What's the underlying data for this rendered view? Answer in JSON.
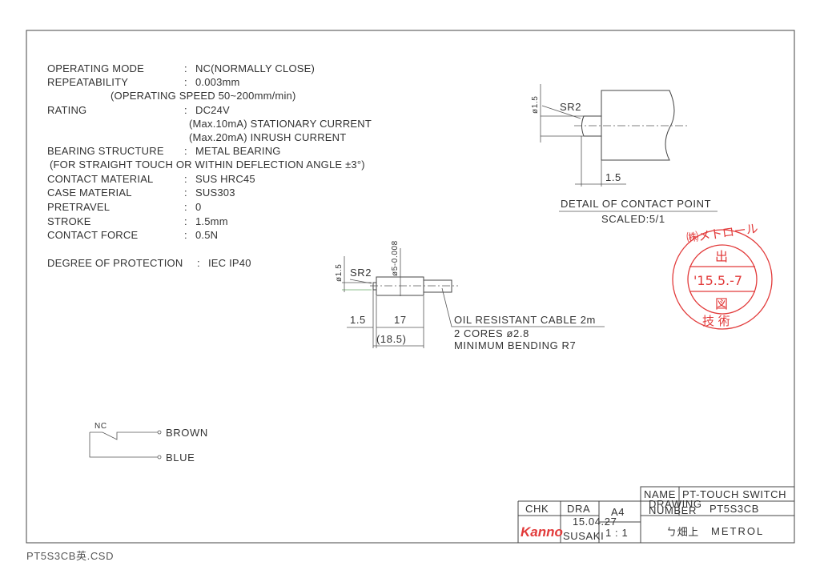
{
  "specs": {
    "lines": [
      {
        "label": "OPERATING MODE",
        "value": "NC(NORMALLY CLOSE)"
      },
      {
        "label": "REPEATABILITY",
        "value": "0.003mm"
      },
      {
        "label": "",
        "value": "(OPERATING SPEED  50~200mm/min)"
      },
      {
        "label": "RATING",
        "value": "DC24V"
      },
      {
        "label": "",
        "value": "(Max.10mA) STATIONARY CURRENT"
      },
      {
        "label": "",
        "value": "(Max.20mA) INRUSH CURRENT"
      },
      {
        "label": "BEARING STRUCTURE",
        "value": "METAL BEARING"
      },
      {
        "label": "",
        "value": "(FOR STRAIGHT TOUCH OR WITHIN DEFLECTION ANGLE ±3°)"
      },
      {
        "label": "CONTACT MATERIAL",
        "value": "SUS HRC45"
      },
      {
        "label": "CASE MATERIAL",
        "value": "SUS303"
      },
      {
        "label": "PRETRAVEL",
        "value": "0"
      },
      {
        "label": "STROKE",
        "value": "1.5mm"
      },
      {
        "label": "CONTACT FORCE",
        "value": "0.5N"
      },
      {
        "label": "DEGREE OF PROTECTION",
        "value": "IEC IP40"
      }
    ]
  },
  "main_view": {
    "dia_tip": "ø1.5",
    "sr": "SR2",
    "dia_body": "ø5-0.008",
    "dim_tip": "1.5",
    "dim_body": "17",
    "dim_total": "(18.5)",
    "cable_1": "OIL RESISTANT CABLE 2m",
    "cable_2": "2 CORES ø2.8",
    "cable_3": "MINIMUM BENDING R7"
  },
  "detail": {
    "dia": "ø1.5",
    "sr": "SR2",
    "dim": "1.5",
    "title": "DETAIL OF CONTACT POINT",
    "scale": "SCALED:5/1"
  },
  "wiring": {
    "nc": "NC",
    "brown": "BROWN",
    "blue": "BLUE"
  },
  "stamp": {
    "top": "出",
    "date": "'15.5.-7",
    "bottom": "図",
    "arc": "㈱メトロール",
    "lower": "技 術",
    "color": "#e23a3a"
  },
  "title_block": {
    "chk": "CHK",
    "dra": "DRA",
    "size": "A4",
    "scale": "1 : 1",
    "checker": "Kanno",
    "date": "15.04.27",
    "drafter": "SUSAKI",
    "name_label": "NAME",
    "name": "PT-TOUCH SWITCH",
    "drawing_number_label_1": "DRAWING",
    "drawing_number_label_2": "NUMBER",
    "drawing_number": "PT5S3CB",
    "company": "METROL",
    "logo": "ㄅ畑上"
  },
  "filename": "PT5S3CB英.CSD"
}
